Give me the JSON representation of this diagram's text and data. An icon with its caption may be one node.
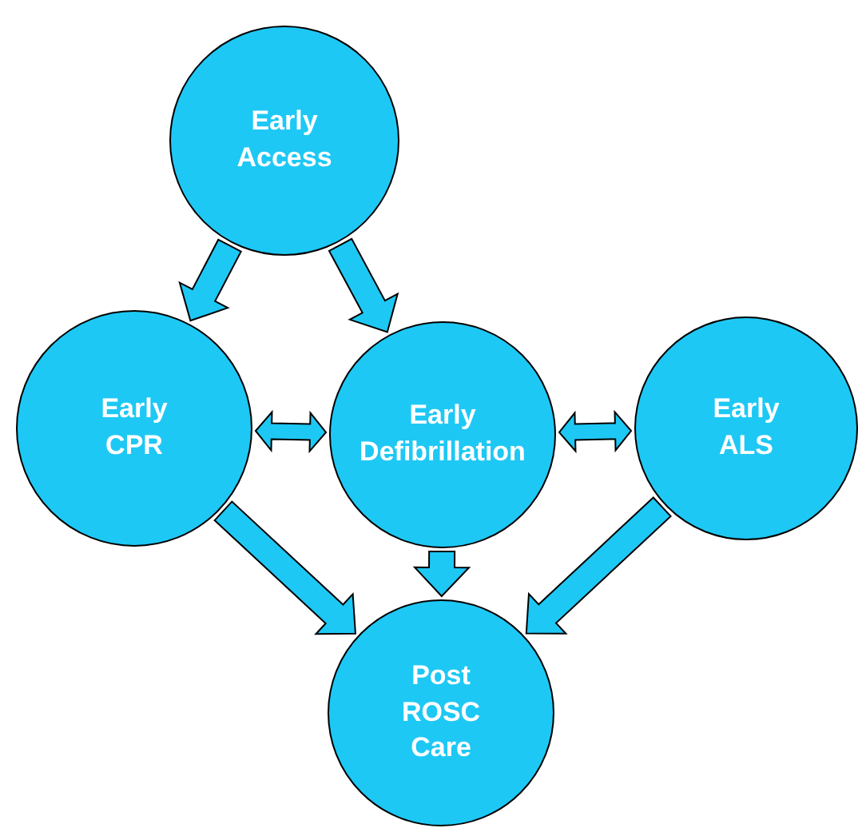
{
  "diagram": {
    "nodes": [
      {
        "text": [
          "Early Access"
        ]
      },
      {
        "text": [
          "Early CPR"
        ]
      },
      {
        "text": [
          "Early Defibrillation"
        ]
      },
      {
        "text": [
          "Early ALS"
        ]
      },
      {
        "text": [
          "Post ROSC Care"
        ]
      }
    ],
    "edges": [
      {
        "from": 0,
        "to": 1,
        "arrow": "to"
      },
      {
        "from": 0,
        "to": 2,
        "arrow": "to"
      },
      {
        "from": 1,
        "to": 2,
        "arrow": "both"
      },
      {
        "from": 2,
        "to": 3,
        "arrow": "both"
      },
      {
        "from": 1,
        "to": 4,
        "arrow": "to"
      },
      {
        "from": 2,
        "to": 4,
        "arrow": "to"
      },
      {
        "from": 3,
        "to": 4,
        "arrow": "to"
      }
    ]
  }
}
